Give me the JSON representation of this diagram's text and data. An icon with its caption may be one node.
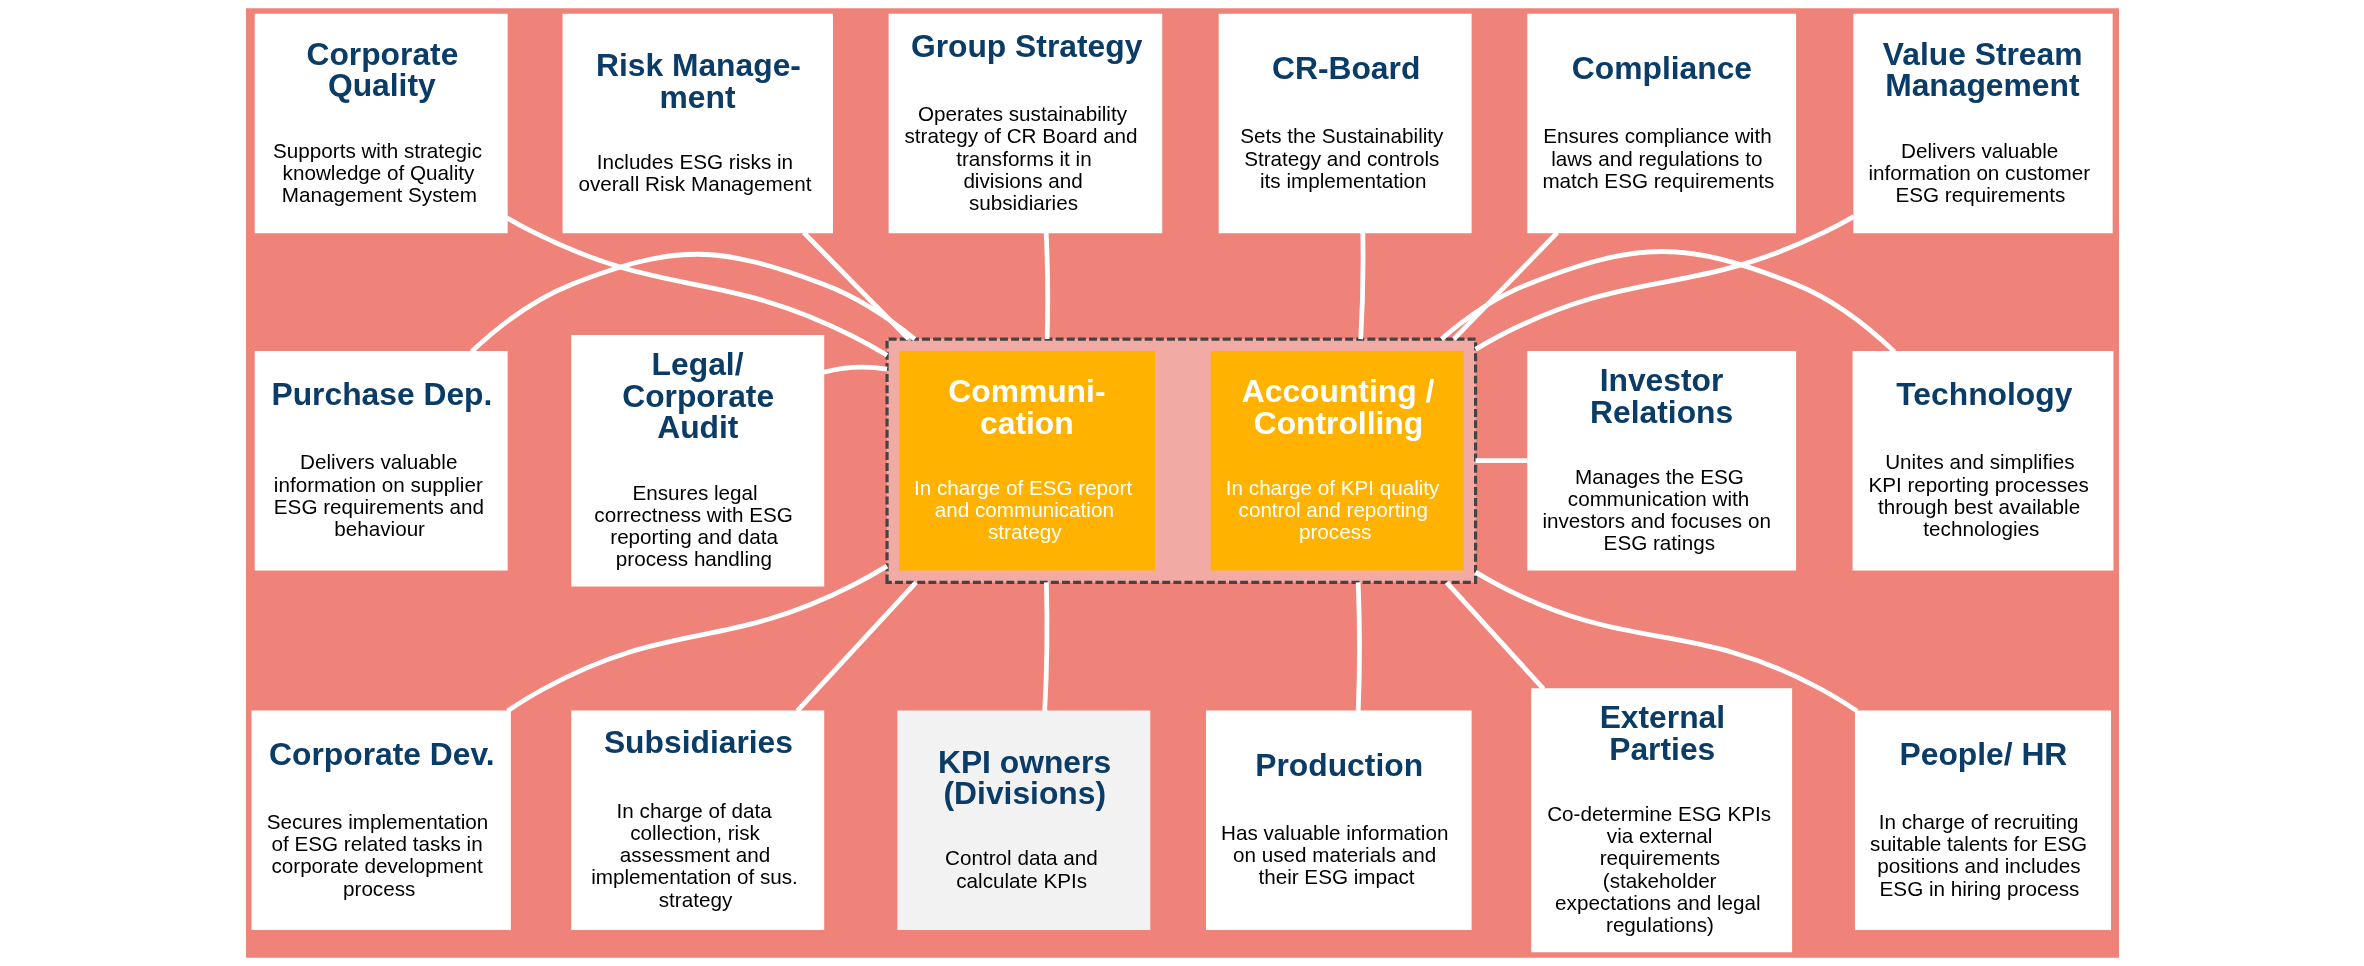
{
  "diagram": {
    "nodes": [
      {
        "text": [
          "Corporate Quality",
          "Supports with strategic knowledge of Quality Management System"
        ]
      },
      {
        "text": [
          "Risk Manage- ment",
          "Includes ESG risks in overall Risk Management"
        ]
      },
      {
        "text": [
          "Group Strategy",
          "Operates sustainability strategy of CR Board and transforms it in divisions and subsidiaries"
        ]
      },
      {
        "text": [
          "CR-Board",
          "Sets the Sustainability Strategy and controls its implementation"
        ]
      },
      {
        "text": [
          "Compliance",
          "Ensures compliance with laws and regulations to match ESG requirements"
        ]
      },
      {
        "text": [
          "Value Stream Management",
          "Delivers valuable information on customer ESG requirements"
        ]
      },
      {
        "text": [
          "Purchase Dep.",
          "Delivers valuable information on supplier ESG requirements and behaviour"
        ]
      },
      {
        "text": [
          "Legal/ Corporate Audit",
          "Ensures legal correctness with ESG reporting and data process handling"
        ]
      },
      {
        "text": [],
        "shape": "box"
      },
      {
        "text": [
          "Communi- cation",
          "In charge of ESG report and communication strategy"
        ],
        "in": 8
      },
      {
        "text": [
          "Accounting / Controlling",
          "In charge of KPI quality control and reporting process"
        ],
        "in": 8
      },
      {
        "text": [
          "Investor Relations",
          "Manages the ESG communication with investors and focuses on ESG ratings"
        ]
      },
      {
        "text": [
          "Technology",
          "Unites and simplifies KPI reporting processes through best available technologies"
        ]
      },
      {
        "text": [
          "Corporate Dev.",
          "Secures implementation of ESG related tasks in corporate development process"
        ]
      },
      {
        "text": [
          "Subsidiaries",
          "In charge of data collection, risk assessment and implementation of sus. strategy"
        ]
      },
      {
        "text": [
          "KPI owners (Divisions)",
          "Control data and calculate KPIs"
        ]
      },
      {
        "text": [
          "Production",
          "Has valuable information on used materials and their ESG impact"
        ]
      },
      {
        "text": [
          "External Parties",
          "Co-determine ESG KPIs via external requirements (stakeholder expectations and legal regulations)"
        ]
      },
      {
        "text": [
          "People/ HR",
          "In charge of recruiting suitable talents for ESG positions and includes ESG in hiring process"
        ]
      }
    ],
    "edges": [
      {
        "from": 0,
        "to": 8,
        "arrow": "none"
      },
      {
        "from": 1,
        "to": 8,
        "arrow": "none"
      },
      {
        "from": 2,
        "to": 8,
        "arrow": "none"
      },
      {
        "from": 3,
        "to": 8,
        "arrow": "none"
      },
      {
        "from": 4,
        "to": 8,
        "arrow": "none"
      },
      {
        "from": 5,
        "to": 8,
        "arrow": "none"
      },
      {
        "from": 6,
        "to": 8,
        "arrow": "none"
      },
      {
        "from": 7,
        "to": 8,
        "arrow": "none"
      },
      {
        "from": 11,
        "to": 8,
        "arrow": "none"
      },
      {
        "from": 12,
        "to": 8,
        "arrow": "none"
      },
      {
        "from": 13,
        "to": 8,
        "arrow": "none"
      },
      {
        "from": 14,
        "to": 8,
        "arrow": "none"
      },
      {
        "from": 15,
        "to": 8,
        "arrow": "none"
      },
      {
        "from": 16,
        "to": 8,
        "arrow": "none"
      },
      {
        "from": 17,
        "to": 8,
        "arrow": "none"
      },
      {
        "from": 18,
        "to": 8,
        "arrow": "none"
      }
    ]
  }
}
